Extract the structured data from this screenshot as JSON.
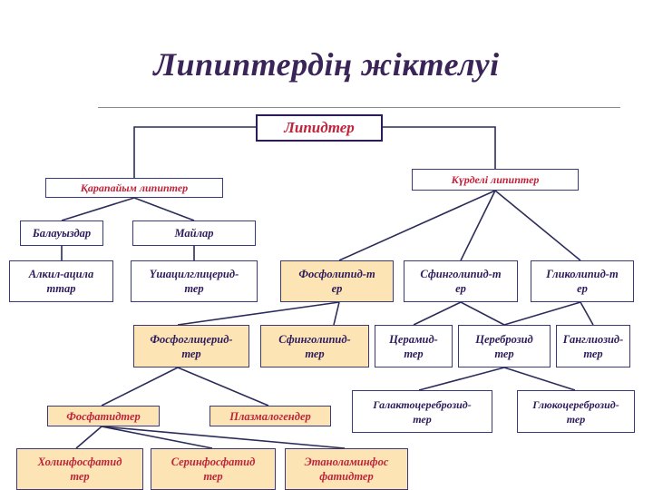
{
  "title": "Липиптердің жіктелуі",
  "nodes": {
    "root": "Липидтер",
    "simple": "Қарапайым липиптер",
    "complex": "Күрделі липиптер",
    "waxes": "Балауыздар",
    "fats": "Майлар",
    "alkyl_acyl": "Алкил-ацила\nттар",
    "triacylglycerides": "Үшацилглицерид-\nтер",
    "phospholipids": "Фосфолипид-т\nер",
    "sphingolipids": "Сфинголипид-т\nер",
    "glycolipids": "Гликолипид-т\nер",
    "phosphoglycerides": "Фосфоглицерид-\nтер",
    "sphingolipids2": "Сфинголипид-\nтер",
    "ceramides": "Церамид-\nтер",
    "cerebrosides": "Цереброзид\nтер",
    "gangliosides": "Ганглиозид-\nтер",
    "phosphatides": "Фосфатидтер",
    "plasmalogens": "Плазмалогендер",
    "galactocerebrosides": "Галактоцереброзид-\nтер",
    "glucocerebrosides": "Глюкоцереброзид-\nтер",
    "cholinephosphatides": "Холинфосфатид\nтер",
    "serinephosphatides": "Серинфосфатид\nтер",
    "ethanolaminephosphatides": "Этаноламинфос\nфатидтер"
  }
}
